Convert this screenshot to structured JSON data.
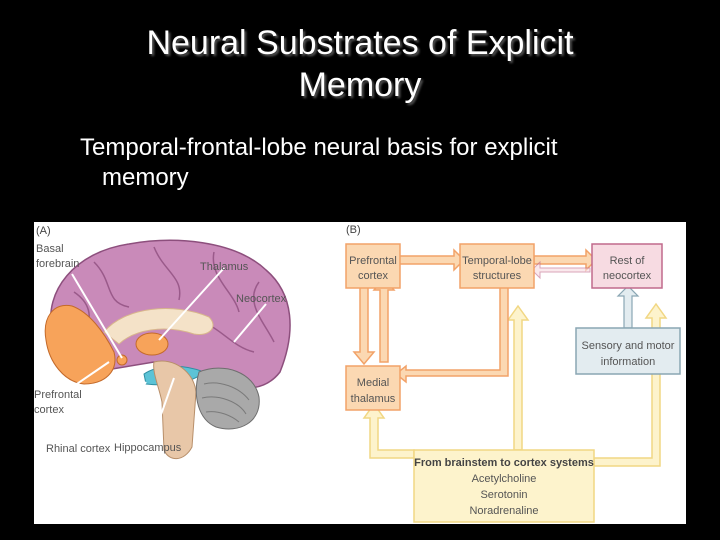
{
  "slide": {
    "title_line1": "Neural Substrates of Explicit",
    "title_line2": "Memory",
    "bullet_line1": "Temporal-frontal-lobe neural basis for explicit",
    "bullet_line2": "memory"
  },
  "panel_a": {
    "label": "(A)",
    "basal_forebrain_1": "Basal",
    "basal_forebrain_2": "forebrain",
    "thalamus": "Thalamus",
    "neocortex": "Neocortex",
    "prefrontal_1": "Prefrontal",
    "prefrontal_2": "cortex",
    "rhinal": "Rhinal cortex",
    "hippocampus": "Hippocampus"
  },
  "panel_b": {
    "label": "(B)",
    "prefrontal_1": "Prefrontal",
    "prefrontal_2": "cortex",
    "temporal_1": "Temporal-lobe",
    "temporal_2": "structures",
    "rest_1": "Rest of",
    "rest_2": "neocortex",
    "sensory_1": "Sensory and motor",
    "sensory_2": "information",
    "medial_1": "Medial",
    "medial_2": "thalamus",
    "brainstem_title": "From brainstem to cortex systems",
    "brainstem_items": [
      "Acetylcholine",
      "Serotonin",
      "Noradrenaline"
    ]
  },
  "colors": {
    "orange_box": "#fbd8b2",
    "orange_edge": "#f2a268",
    "pink_box": "#f7dbe2",
    "pink_edge": "#c06a8c",
    "blue_box": "#e3ecf0",
    "yellow_box": "#fdf3cc",
    "yellow_edge": "#f1d783",
    "neocortex": "#c98ab9",
    "prefrontal": "#f7a35a",
    "hippocampus": "#5cc3d6",
    "cerebellum": "#a9a9a9"
  }
}
